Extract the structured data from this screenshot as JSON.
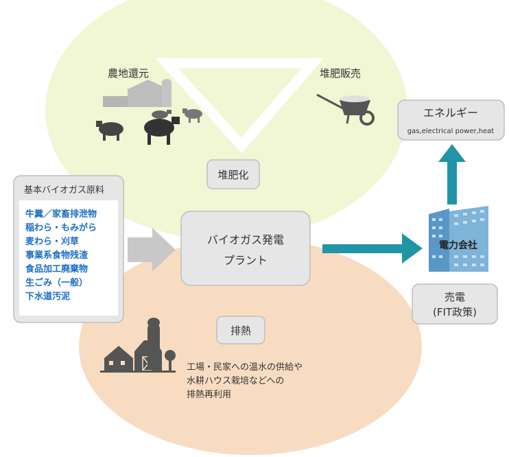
{
  "labels": {
    "farmland_return": "農地還元",
    "compost_sale": "堆肥販売",
    "composting": "堆肥化",
    "energy": "エネルギー",
    "energy_sub": "gas,electrical power,heat",
    "plant_line1": "バイオガス発電",
    "plant_line2": "プラント",
    "power_company": "電力会社",
    "sale_line1": "売電",
    "sale_line2": "(FIT政策)",
    "waste_heat": "排熱",
    "reuse_line1": "工場・民家への温水の供給や",
    "reuse_line2": "水耕ハウス栽培などへの",
    "reuse_line3": "排熱再利用"
  },
  "materials": {
    "title": "基本バイオガス原料",
    "items": [
      "牛糞／家畜排泄物",
      "稲わら・もみがら",
      "麦わら・刈草",
      "事業系食物残渣",
      "食品加工廃棄物",
      "生ごみ（一般）",
      "下水道汚泥"
    ]
  },
  "colors": {
    "green_ellipse": "#f1f6d4",
    "peach_ellipse": "#f8dcc2",
    "box_fill": "#e6e6e6",
    "box_stroke": "#bdbdbd",
    "teal_arrow": "#1f95a6",
    "gray_arrow": "#c8c8c8",
    "icon": "#555555",
    "text": "#333333",
    "material_text": "#1a6fc4"
  }
}
